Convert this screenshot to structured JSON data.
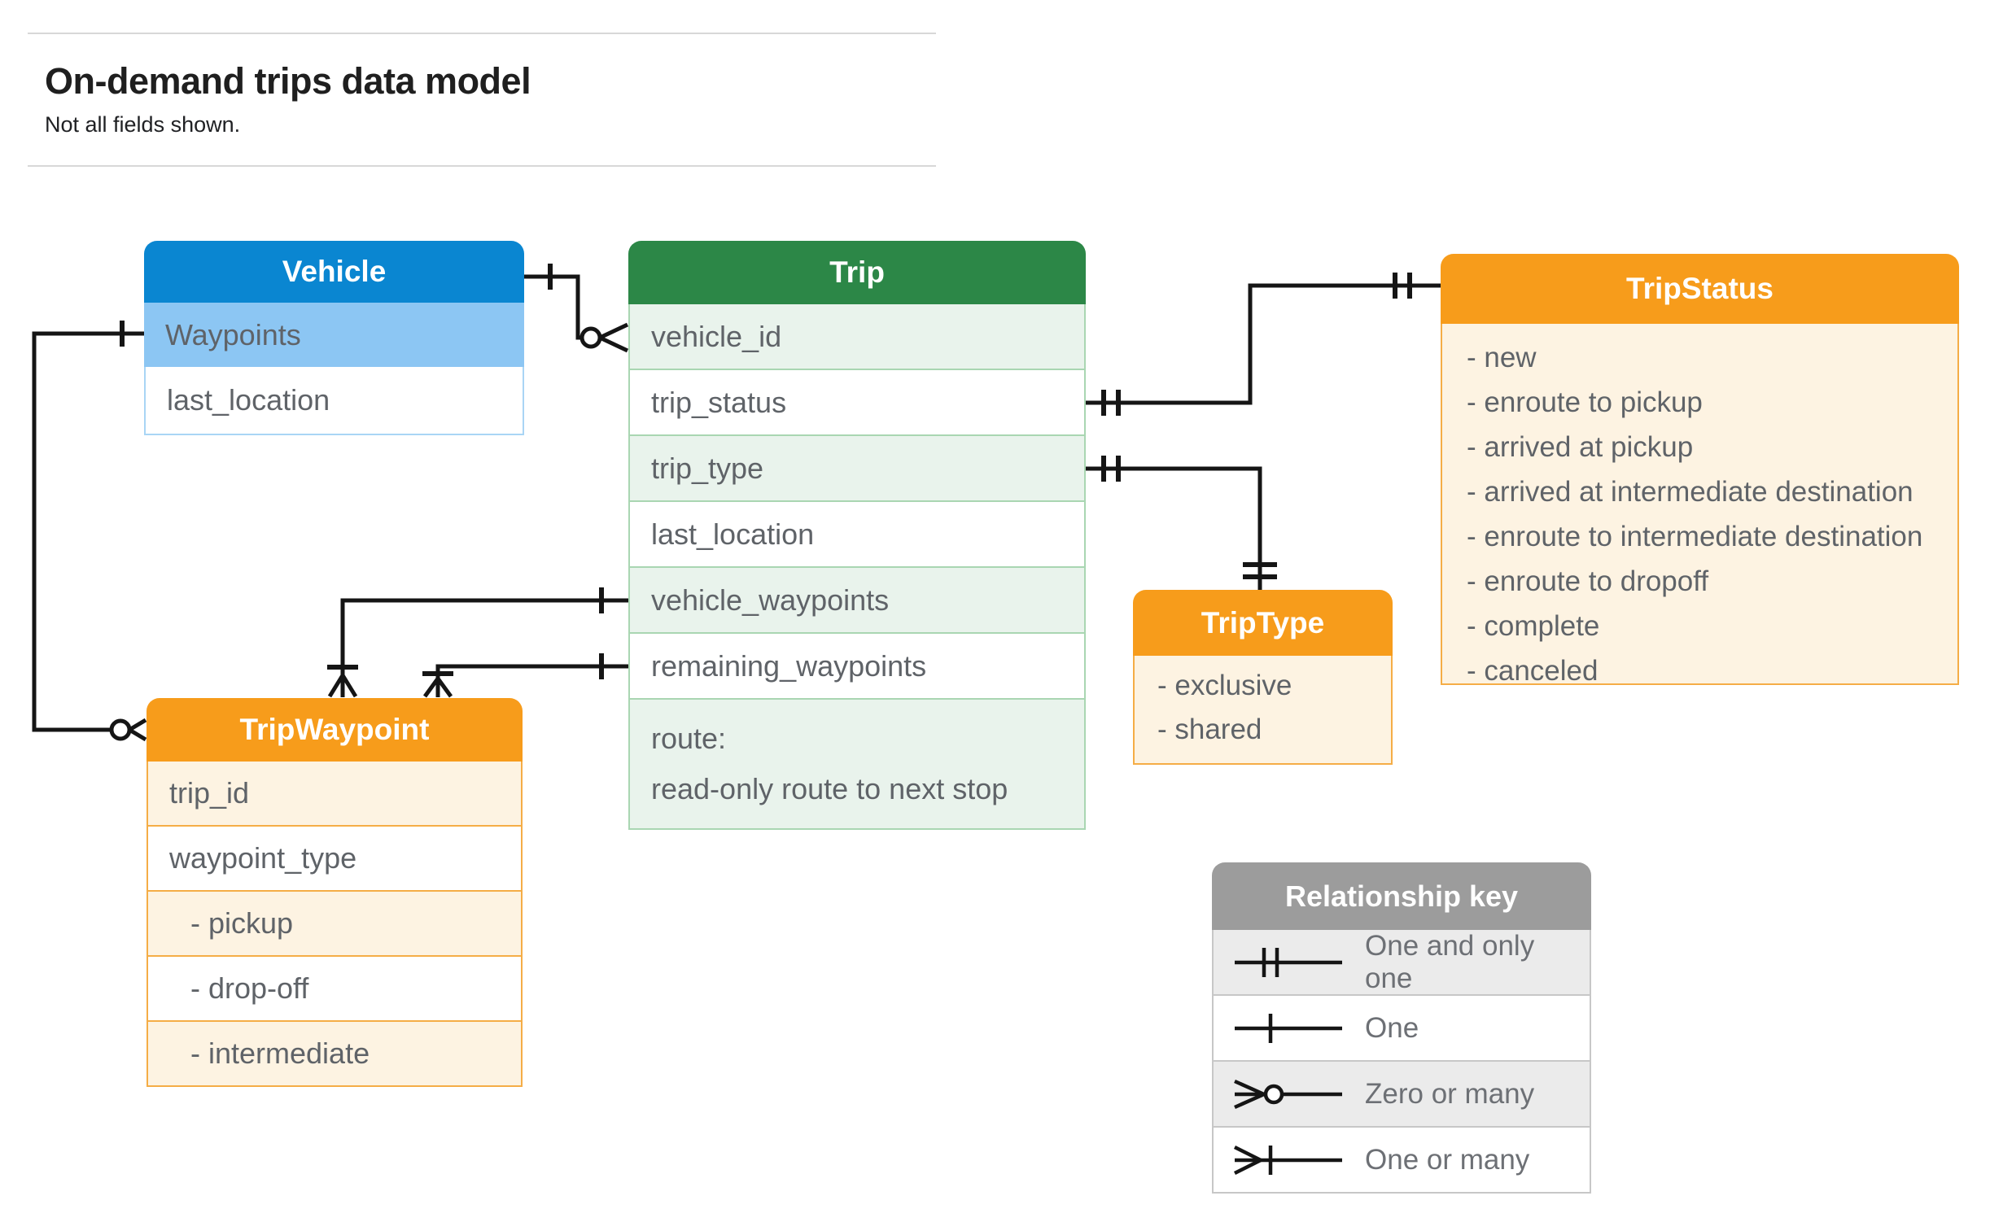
{
  "header": {
    "title": "On-demand trips data model",
    "subtitle": "Not all fields shown."
  },
  "entities": {
    "vehicle": {
      "title": "Vehicle",
      "fields": [
        {
          "label": "Waypoints"
        },
        {
          "label": "last_location"
        }
      ]
    },
    "trip": {
      "title": "Trip",
      "fields": [
        {
          "label": "vehicle_id"
        },
        {
          "label": "trip_status"
        },
        {
          "label": "trip_type"
        },
        {
          "label": "last_location"
        },
        {
          "label": "vehicle_waypoints"
        },
        {
          "label": "remaining_waypoints"
        }
      ],
      "route": {
        "line1": "route:",
        "line2": "read-only route to next stop"
      }
    },
    "trip_status": {
      "title": "TripStatus",
      "values": [
        {
          "label": "- new"
        },
        {
          "label": "- enroute to pickup"
        },
        {
          "label": "- arrived at pickup"
        },
        {
          "label": "- arrived at intermediate destination"
        },
        {
          "label": "- enroute to intermediate destination"
        },
        {
          "label": "- enroute to dropoff"
        },
        {
          "label": "- complete"
        },
        {
          "label": "- canceled"
        }
      ]
    },
    "trip_type": {
      "title": "TripType",
      "values": [
        {
          "label": "- exclusive"
        },
        {
          "label": "- shared"
        }
      ]
    },
    "trip_waypoint": {
      "title": "TripWaypoint",
      "fields": [
        {
          "label": "trip_id"
        },
        {
          "label": "waypoint_type"
        },
        {
          "label": "- pickup"
        },
        {
          "label": "- drop-off"
        },
        {
          "label": "- intermediate"
        }
      ]
    }
  },
  "legend": {
    "title": "Relationship key",
    "rows": [
      {
        "icon": "one-and-only-one-icon",
        "label": "One and only one"
      },
      {
        "icon": "one-icon",
        "label": "One"
      },
      {
        "icon": "zero-or-many-icon",
        "label": "Zero or many"
      },
      {
        "icon": "one-or-many-icon",
        "label": "One or many"
      }
    ]
  },
  "colors": {
    "vehicle_header": "#0a86d1",
    "vehicle_highlight": "#8cc6f3",
    "trip_header": "#2c8747",
    "trip_row_tint": "#e9f3ec",
    "enum_header": "#f79c1b",
    "enum_body": "#fdf3e2",
    "legend_header": "#9c9c9c",
    "legend_row_tint": "#ebebeb",
    "connector": "#151515",
    "field_text": "#5f6368"
  }
}
